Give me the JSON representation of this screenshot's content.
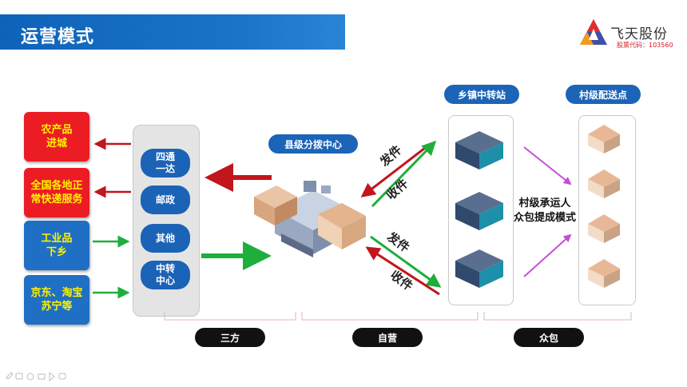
{
  "header": {
    "title": "运营模式"
  },
  "logo": {
    "name": "飞天股份",
    "code": "股票代码：103560",
    "colors": [
      "#e52c2c",
      "#3d4fa8",
      "#f39a1e"
    ]
  },
  "left_sources": [
    {
      "label": "农产品进城",
      "lines": [
        "农产品",
        "进城"
      ],
      "style": "red"
    },
    {
      "label": "全国各地正常快递服务",
      "lines": [
        "全国各地正",
        "常快递服务"
      ],
      "style": "red"
    },
    {
      "label": "工业品下乡",
      "lines": [
        "工业品",
        "下乡"
      ],
      "style": "blue"
    },
    {
      "label": "京东、淘宝苏宁等",
      "lines": [
        "京东、淘宝",
        "苏宁等"
      ],
      "style": "blue"
    }
  ],
  "carriers": [
    {
      "lines": [
        "四通",
        "一达"
      ]
    },
    {
      "lines": [
        "邮政"
      ]
    },
    {
      "lines": [
        "其他"
      ]
    },
    {
      "lines": [
        "中转",
        "中心"
      ]
    }
  ],
  "county_center": {
    "label": "县级分拨中心"
  },
  "town_station": {
    "label": "乡镇中转站"
  },
  "village_point": {
    "label": "村级配送点"
  },
  "flow_labels": {
    "send": "发件",
    "receive": "收件"
  },
  "crowd_mode": {
    "lines": [
      "村级承运人",
      "众包提成模式"
    ]
  },
  "segments": [
    "三方",
    "自营",
    "众包"
  ],
  "colors": {
    "title_bar": "#0d63b8",
    "red_box": "#ec1c24",
    "blue_box": "#1f6fc5",
    "box_text": "#fff200",
    "pill": "#1b63b6",
    "arrow_red": "#c0161c",
    "arrow_green": "#1eae3c",
    "arrow_purple": "#c44fd6"
  }
}
